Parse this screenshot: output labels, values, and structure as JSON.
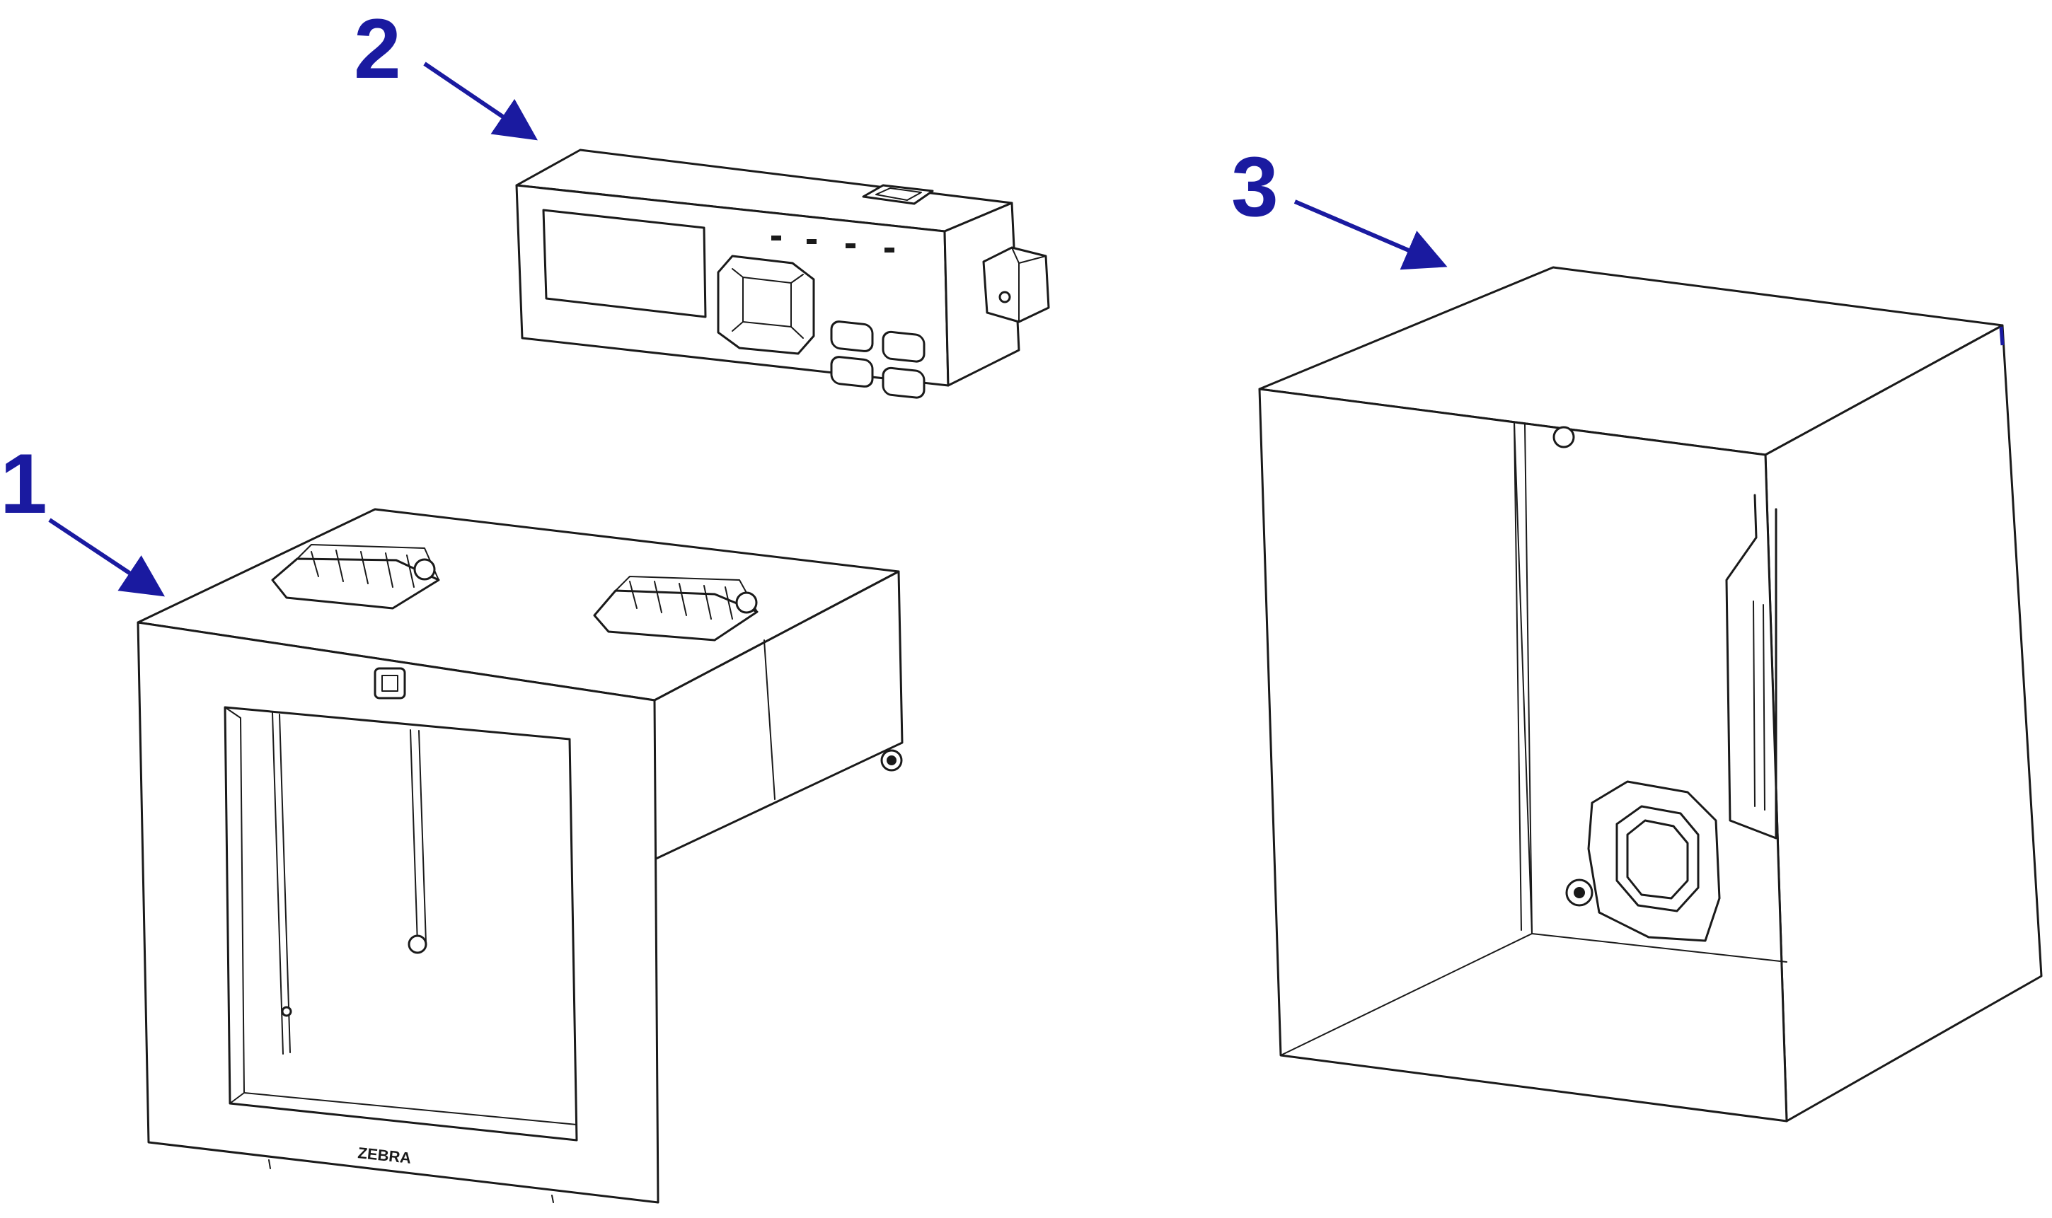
{
  "colors": {
    "callout": "#1a1aa0",
    "line": "#1a1a1a",
    "background": "#ffffff"
  },
  "callouts": [
    {
      "id": "1",
      "label": "1"
    },
    {
      "id": "2",
      "label": "2"
    },
    {
      "id": "3",
      "label": "3"
    }
  ],
  "branding": {
    "logo_text": "ZEBRA"
  }
}
